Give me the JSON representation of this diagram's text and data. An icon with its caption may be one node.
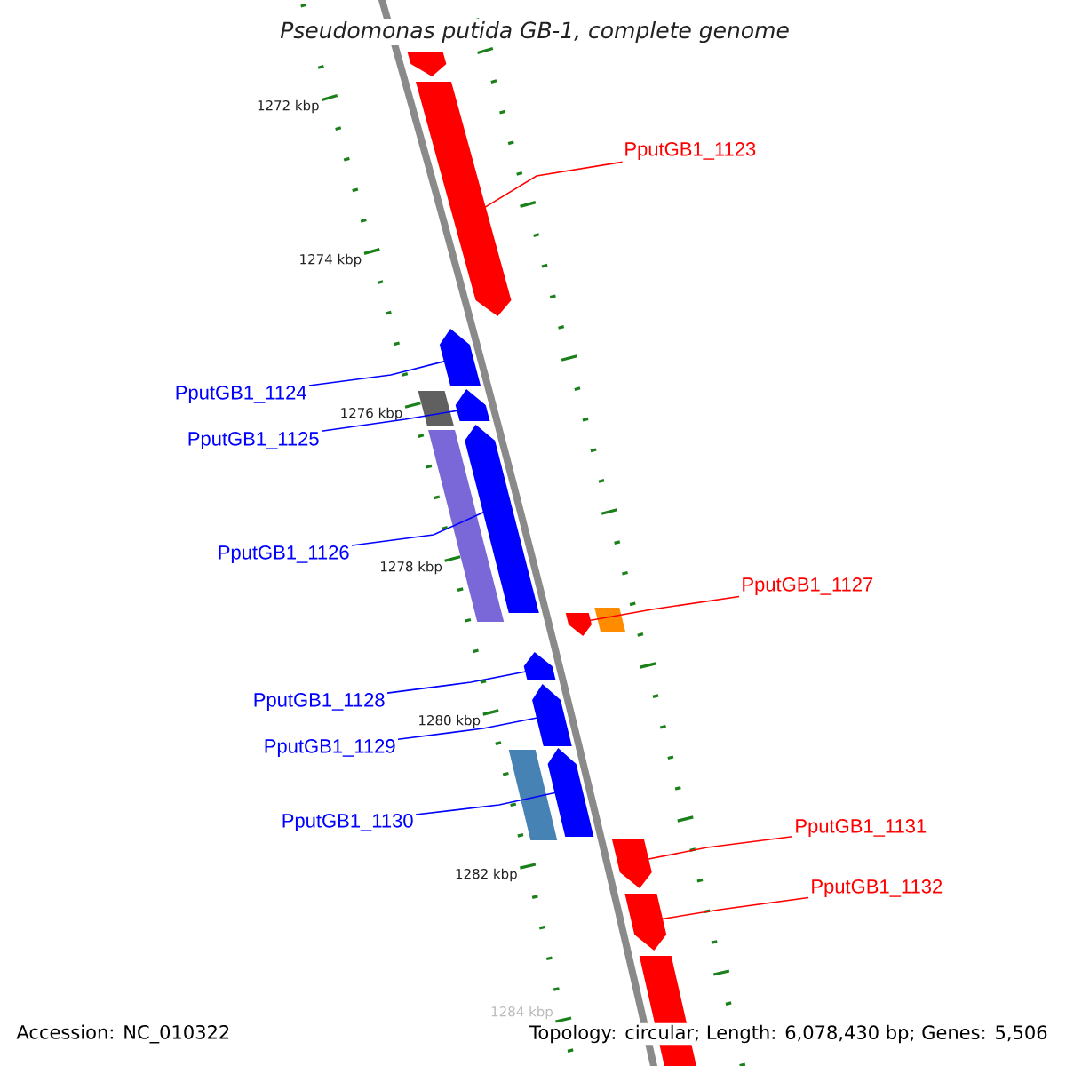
{
  "diagram": {
    "title": "Pseudomonas putida GB-1, complete genome",
    "nodes": [
      {
        "text": [],
        "shape": "arrow"
      },
      {
        "text": [
          "PputGB1_1123"
        ]
      },
      {
        "text": [],
        "shape": "arrow"
      },
      {
        "text": [
          "PputGB1_1124"
        ]
      },
      {
        "text": [],
        "shape": "arrow"
      },
      {
        "text": [],
        "shape": "box"
      },
      {
        "text": [
          "PputGB1_1125"
        ]
      },
      {
        "text": [],
        "shape": "arrow"
      },
      {
        "text": [],
        "shape": "box"
      },
      {
        "text": [
          "PputGB1_1126"
        ]
      },
      {
        "text": [],
        "shape": "arrow"
      },
      {
        "text": [
          "PputGB1_1127"
        ]
      },
      {
        "text": [],
        "shape": "arrow"
      },
      {
        "text": [],
        "shape": "box"
      },
      {
        "text": [
          "PputGB1_1128"
        ]
      },
      {
        "text": [],
        "shape": "arrow"
      },
      {
        "text": [
          "PputGB1_1129"
        ]
      },
      {
        "text": [],
        "shape": "arrow"
      },
      {
        "text": [
          "PputGB1_1130"
        ]
      },
      {
        "text": [],
        "shape": "box"
      },
      {
        "text": [],
        "shape": "arrow"
      },
      {
        "text": [
          "PputGB1_1131"
        ]
      },
      {
        "text": [],
        "shape": "arrow"
      },
      {
        "text": [
          "PputGB1_1132"
        ]
      },
      {
        "text": [],
        "shape": "arrow"
      },
      {
        "text": [],
        "shape": "arrow"
      }
    ],
    "edges": [
      {
        "from": 1,
        "to": 2,
        "arrow": "none",
        "color": "#ff0000"
      },
      {
        "from": 3,
        "to": 4,
        "arrow": "none"
      },
      {
        "from": 6,
        "to": 7,
        "arrow": "none"
      },
      {
        "from": 9,
        "to": 10,
        "arrow": "none"
      },
      {
        "from": 11,
        "to": 12,
        "arrow": "none",
        "color": "#ff0000"
      },
      {
        "from": 14,
        "to": 15,
        "arrow": "none"
      },
      {
        "from": 16,
        "to": 17,
        "arrow": "none"
      },
      {
        "from": 18,
        "to": 20,
        "arrow": "none"
      },
      {
        "from": 21,
        "to": 22,
        "arrow": "none",
        "color": "#ff0000"
      },
      {
        "from": 23,
        "to": 24,
        "arrow": "none",
        "color": "#ff0000"
      }
    ],
    "labels": [
      "1272 kbp",
      "1274 kbp",
      "1276 kbp",
      "1278 kbp",
      "1280 kbp",
      "1282 kbp",
      "1284 kbp",
      "Accession: NC_010322",
      "Topology: circular; Length: 6,078,430 bp; Genes: 5,506"
    ]
  }
}
